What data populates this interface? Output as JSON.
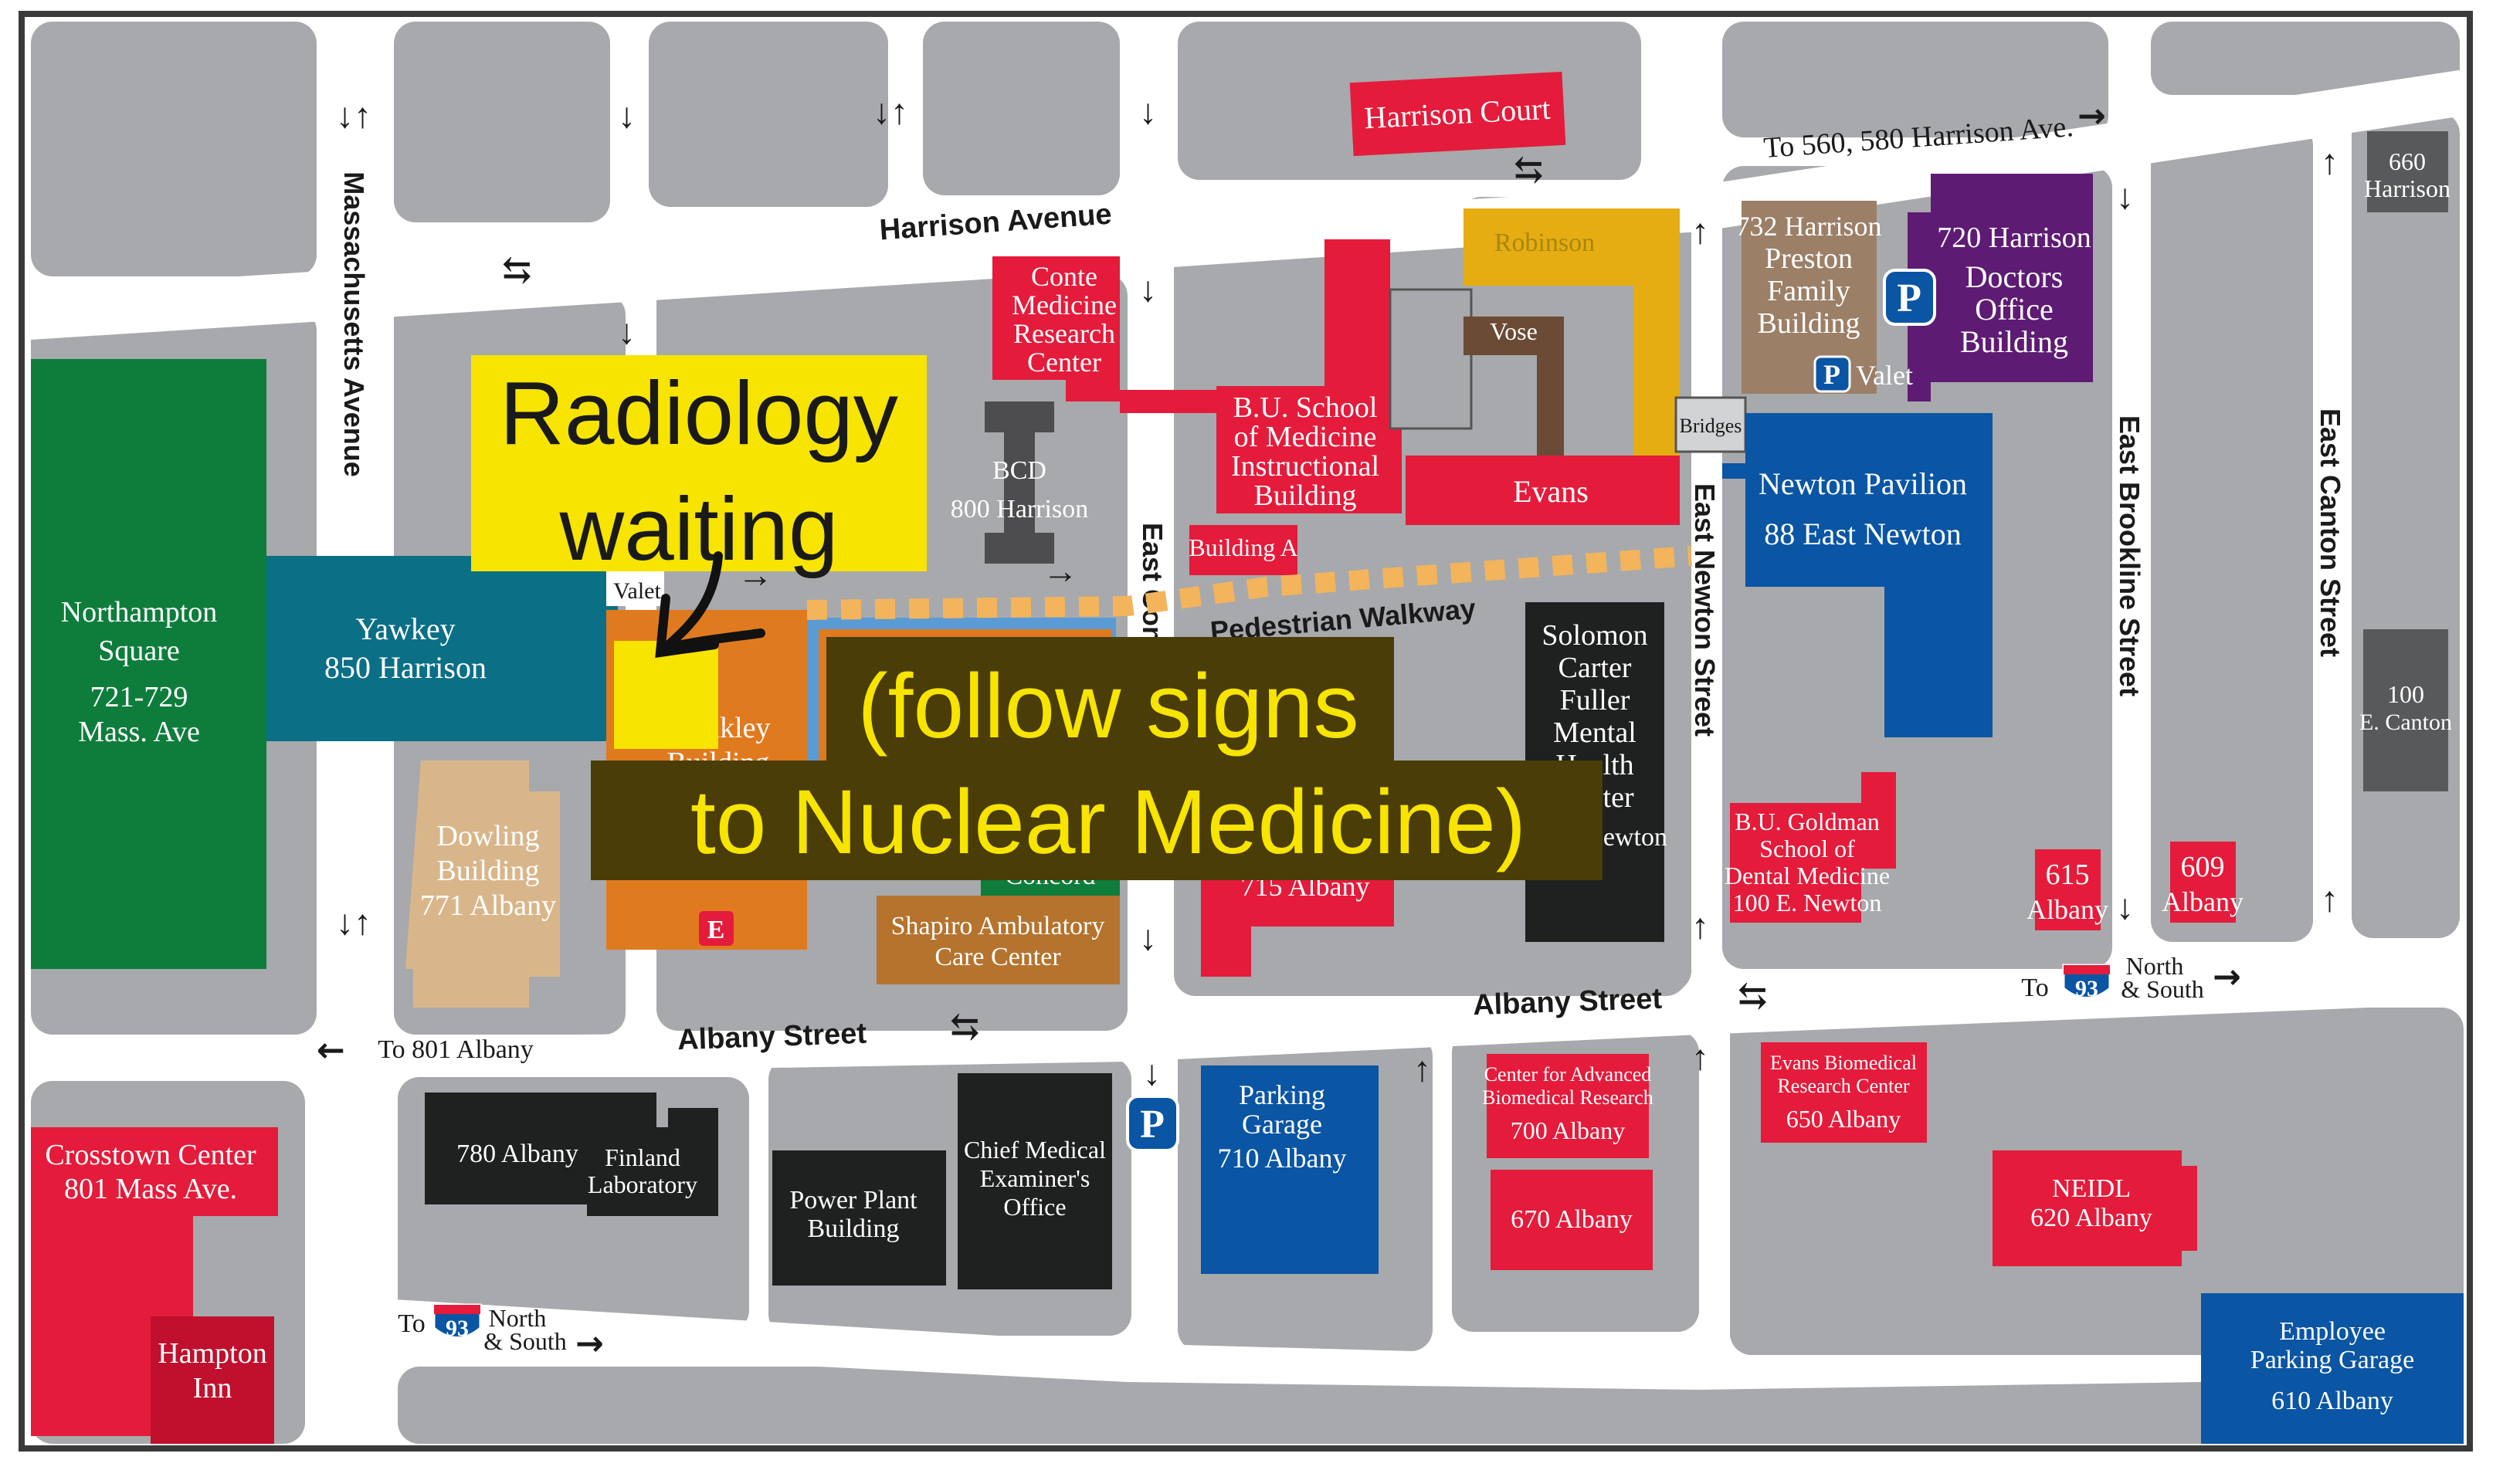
{
  "colors": {
    "road": "#ffffff",
    "block": "#a7a9ac",
    "red": "#e41b3b",
    "blue": "#0a55a4",
    "teal": "#0b6f86",
    "green": "#0e7d3c",
    "orange": "#e07a1f",
    "gold": "#e6ad12",
    "brown_light": "#d9b68a",
    "brown_mid": "#9c7f67",
    "brown_dark": "#6b4a36",
    "purple": "#5e1b73",
    "black": "#1f2020",
    "shapiro": "#b5732e",
    "highlight_yellow": "#f7e400",
    "overlay_dark": "#4a3d08",
    "overlay_text": "#f7e400",
    "walkway": "#f3b45c"
  },
  "streets": {
    "harrison_ave": "Harrison Avenue",
    "mass_ave": "Massachusetts Avenue",
    "east_concord": "East Concord Street",
    "east_newton": "East Newton Street",
    "east_brookline": "East Brookline Street",
    "east_canton": "East Canton Street",
    "albany_west": "Albany Street",
    "albany_east": "Albany Street",
    "pedestrian_walkway": "Pedestrian Walkway"
  },
  "directions": {
    "to_harrison": "To 560, 580 Harrison Ave.",
    "to_801_albany": "To 801 Albany",
    "to_93_top_to": "To",
    "to_93_top_ns": [
      "North",
      "& South"
    ],
    "to_93_bottom_to": "To",
    "to_93_bottom_ns": [
      "North",
      "& South"
    ],
    "interstate": "93"
  },
  "buildings": {
    "harrison_court": "Harrison Court",
    "conte": [
      "Conte",
      "Medicine",
      "Research",
      "Center"
    ],
    "bcd": [
      "BCD",
      "800 Harrison"
    ],
    "bu_som": [
      "B.U. School",
      "of Medicine",
      "Instructional",
      "Building"
    ],
    "building_a": "Building A",
    "robinson": "Robinson",
    "vose": "Vose",
    "evans": "Evans",
    "bridges": "Bridges",
    "preston": [
      "732 Harrison",
      "Preston",
      "Family",
      "Building"
    ],
    "doctors_office": [
      "720 Harrison",
      "Doctors",
      "Office",
      "Building"
    ],
    "valet_right": "Valet",
    "newton_pavilion": [
      "Newton Pavilion",
      "88 East Newton"
    ],
    "solomon": [
      "Solomon",
      "Carter",
      "Fuller",
      "Mental",
      "Health",
      "Center",
      "85 E. Newton"
    ],
    "goldman": [
      "B.U. Goldman",
      "School of",
      "Dental Medicine",
      "100 E. Newton"
    ],
    "b615": [
      "615",
      "Albany"
    ],
    "b609": [
      "609",
      "Albany"
    ],
    "b660": [
      "660",
      "Harrison"
    ],
    "b100": [
      "100",
      "E. Canton"
    ],
    "northampton": [
      "Northampton",
      "Square",
      "721-729",
      "Mass. Ave"
    ],
    "yawkey": [
      "Yawkey",
      "850 Harrison"
    ],
    "valet_left": "Valet",
    "moakley": [
      "Moakley",
      "Building"
    ],
    "dowling": [
      "Dowling",
      "Building",
      "771 Albany"
    ],
    "emergency": "E",
    "concord": "Concord",
    "b715": "715 Albany",
    "shapiro": [
      "Shapiro Ambulatory",
      "Care Center"
    ],
    "crosstown": [
      "Crosstown Center",
      "801 Mass Ave."
    ],
    "hampton": [
      "Hampton",
      "Inn"
    ],
    "b780": "780 Albany",
    "finland": [
      "Finland",
      "Laboratory"
    ],
    "power_plant": [
      "Power Plant",
      "Building"
    ],
    "medical_examiner": [
      "Chief Medical",
      "Examiner's",
      "Office"
    ],
    "parking_710": [
      "Parking",
      "Garage",
      "710 Albany"
    ],
    "cabr": [
      "Center for Advanced",
      "Biomedical Research",
      "700 Albany"
    ],
    "b670": "670 Albany",
    "evans_brc": [
      "Evans Biomedical",
      "Research Center",
      "650 Albany"
    ],
    "neidl": [
      "NEIDL",
      "620 Albany"
    ],
    "employee_garage": [
      "Employee",
      "Parking Garage",
      "610 Albany"
    ],
    "parking_symbol": "P"
  },
  "overlay": {
    "callout_line1": "Radiology",
    "callout_line2": "waiting",
    "note_line1": "(follow signs",
    "note_line2": "to Nuclear Medicine)"
  }
}
